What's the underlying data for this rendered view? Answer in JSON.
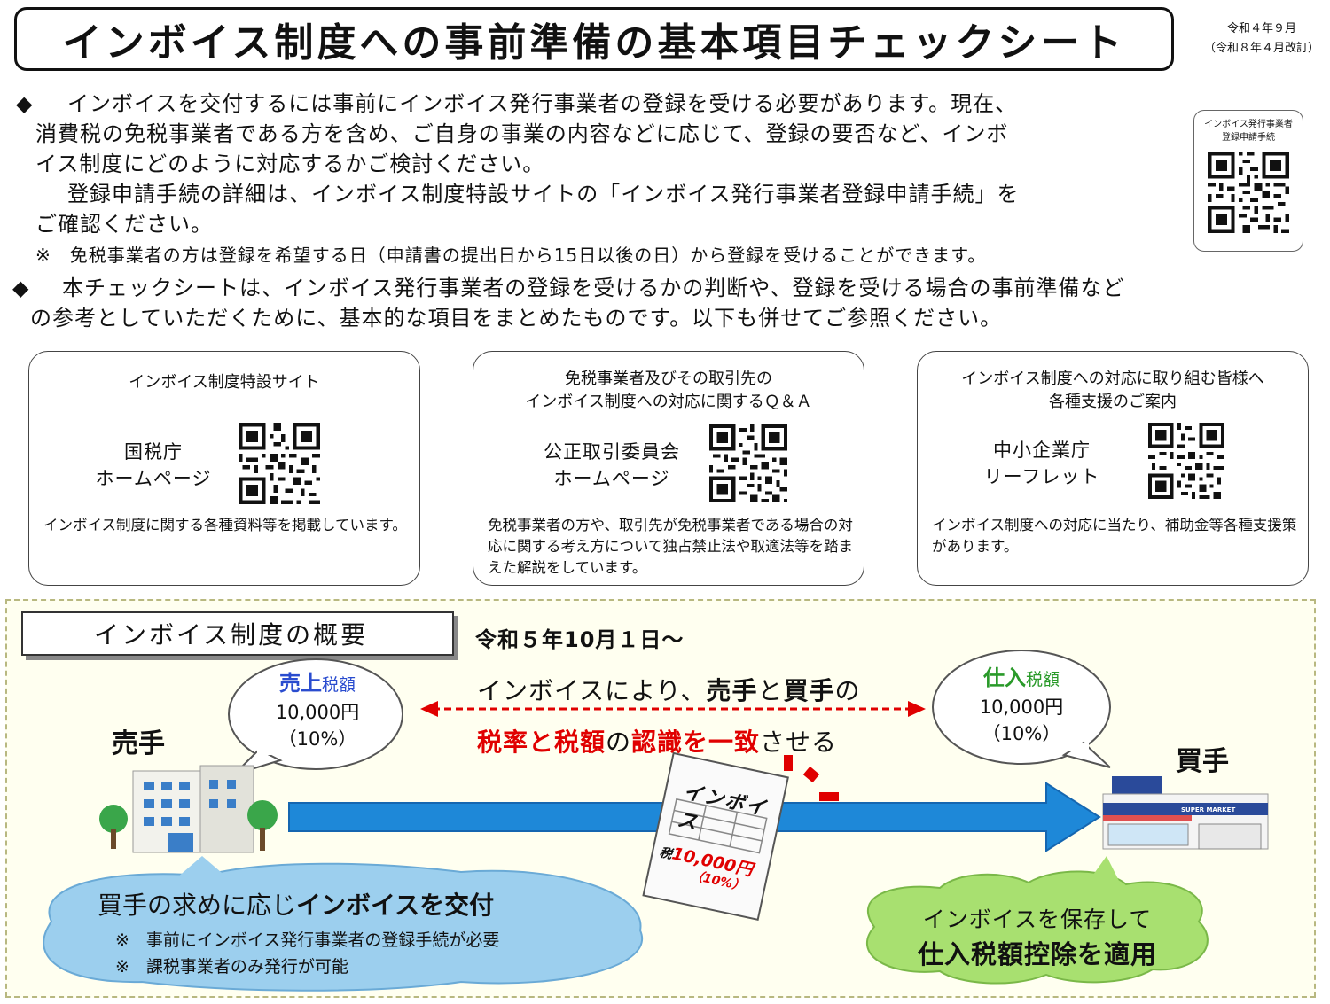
{
  "header": {
    "title": "インボイス制度への事前準備の基本項目チェックシート",
    "date_line1": "令和４年９月",
    "date_line2": "（令和８年４月改訂）"
  },
  "intro": {
    "bullet": "◆",
    "p1_lines": [
      "インボイスを交付するには事前にインボイス発行事業者の登録を受ける必要があります。現在、",
      "消費税の免税事業者である方を含め、ご自身の事業の内容などに応じて、登録の要否など、インボ",
      "イス制度にどのように対応するかご検討ください。",
      "登録申請手続の詳細は、インボイス制度特設サイトの「インボイス発行事業者登録申請手続」を",
      "ご確認ください。"
    ],
    "note": "※　免税事業者の方は登録を希望する日（申請書の提出日から15日以後の日）から登録を受けることができます。",
    "p2_lines": [
      "本チェックシートは、インボイス発行事業者の登録を受けるかの判断や、登録を受ける場合の事前準備など",
      "の参考としていただくために、基本的な項目をまとめたものです。以下も併せてご参照ください。"
    ],
    "qr_label_line1": "インボイス発行事業者",
    "qr_label_line2": "登録申請手続"
  },
  "cards": [
    {
      "head1": "インボイス制度特設サイト",
      "head2": "",
      "src1": "国税庁",
      "src2": "ホームページ",
      "desc": "インボイス制度に関する各種資料等を掲載しています。"
    },
    {
      "head1": "免税事業者及びその取引先の",
      "head2": "インボイス制度への対応に関するＱ＆Ａ",
      "src1": "公正取引委員会",
      "src2": "ホームページ",
      "desc": "免税事業者の方や、取引先が免税事業者である場合の対応に関する考え方について独占禁止法や取適法等を踏まえた解説をしています。"
    },
    {
      "head1": "インボイス制度への対応に取り組む皆様へ",
      "head2": "各種支援のご案内",
      "src1": "中小企業庁",
      "src2": "リーフレット",
      "desc": "インボイス制度への対応に当たり、補助金等各種支援策があります。"
    }
  ],
  "overview": {
    "title": "インボイス制度の概要",
    "start_date": "令和５年10月１日～",
    "seller": "売手",
    "buyer": "買手",
    "sales_tax_a": "売上",
    "sales_tax_b": "税額",
    "purchase_tax_a": "仕入",
    "purchase_tax_b": "税額",
    "amount": "10,000円",
    "rate": "（10%）",
    "msg1_a": "インボイスにより、",
    "msg1_b": "売手",
    "msg1_c": "と",
    "msg1_d": "買手",
    "msg1_e": "の",
    "msg2_a": "税率と税額",
    "msg2_b": "の",
    "msg2_c": "認識を一致",
    "msg2_d": "させる",
    "invoice_title": "インボイス",
    "invoice_tax_prefix": "税",
    "invoice_amount": "10,000円",
    "invoice_rate": "（10%）",
    "store_sign": "SUPER MARKET",
    "seller_bubble_a": "買手の求めに応じ",
    "seller_bubble_b": "インボイスを交付",
    "seller_note1": "※　事前にインボイス発行事業者の登録手続が必要",
    "seller_note2": "※　課税事業者のみ発行が可能",
    "buyer_bubble_1": "インボイスを保存して",
    "buyer_bubble_2": "仕入税額控除を適用"
  },
  "colors": {
    "accent_red": "#e00000",
    "sales_blue": "#2a4ccf",
    "purchase_green": "#2a9a2a",
    "arrow_blue": "#1e88d8"
  }
}
